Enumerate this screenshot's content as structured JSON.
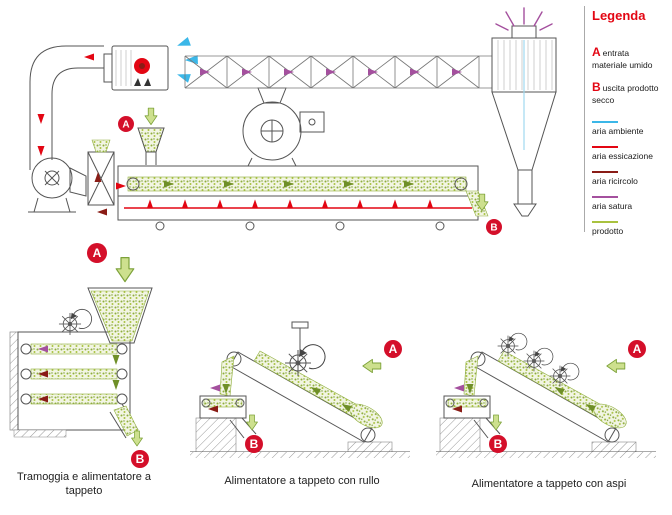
{
  "legend": {
    "title": "Legenda",
    "io_entries": [
      {
        "key": "A",
        "label": "entrata materiale umido"
      },
      {
        "key": "B",
        "label": "uscita prodotto secco"
      }
    ],
    "flow_lines": [
      {
        "label": "aria ambiente",
        "color": "#3bb7e8"
      },
      {
        "label": "aria essicazione",
        "color": "#e30613"
      },
      {
        "label": "aria ricircolo",
        "color": "#8a1c16"
      },
      {
        "label": "aria satura",
        "color": "#a4509e"
      },
      {
        "label": "prodotto",
        "color": "#a9c23f"
      }
    ]
  },
  "badges": {
    "entry": "A",
    "exit": "B"
  },
  "captions": {
    "hopper_feeder": "Tramoggia e alimentatore a tappeto",
    "belt_roller": "Alimentatore a tappeto con rullo",
    "belt_aspi": "Alimentatore a tappeto con aspi"
  },
  "colors": {
    "badge": "#d40f2a",
    "legend_title": "#e30613",
    "line_art": "#555555",
    "product_green": "#a9c23f",
    "hot_air_red": "#e30613",
    "ambient_cyan": "#3bb7e8",
    "saturated_magenta": "#a4509e",
    "recirculated_darkred": "#8a1c16"
  }
}
